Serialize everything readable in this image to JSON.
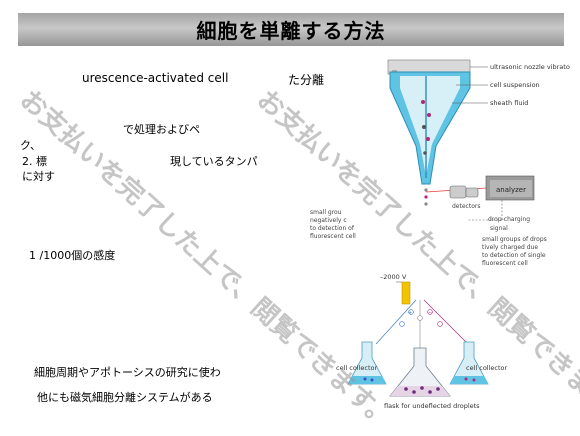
{
  "slide": {
    "title": "細胞を単離する方法",
    "lines": [
      "urescence-activated cell",
      "た分離",
      "で処理およびペ",
      "ク、",
      "2. 標",
      "現しているタンパ",
      "に対す",
      "1 /1000個の感度",
      "細胞周期やアポトーシスの研究に使わ",
      "他にも磁気細胞分離システムがある"
    ]
  },
  "watermark": {
    "text": "お支払いを完了した上で、閲覧できます。"
  },
  "figure": {
    "labels": {
      "nozzle": "ultrasonic nozzle vibrator",
      "suspension": "cell suspension",
      "sheath": "sheath fluid",
      "detectors": "detectors",
      "analyzer": "analyzer",
      "drop_charging": "drop-charging",
      "signal": "signal",
      "left_note": [
        "small grou",
        "negatively c",
        "to detection of",
        "fluorescent cell"
      ],
      "right_note": [
        "small groups of drops",
        "tively charged due",
        "to detection of single",
        "fluorescent cell"
      ],
      "voltage": "–2000 V",
      "collector_left": "cell collector",
      "collector_right": "cell collector",
      "flask": "flask for undeflected droplets"
    }
  }
}
